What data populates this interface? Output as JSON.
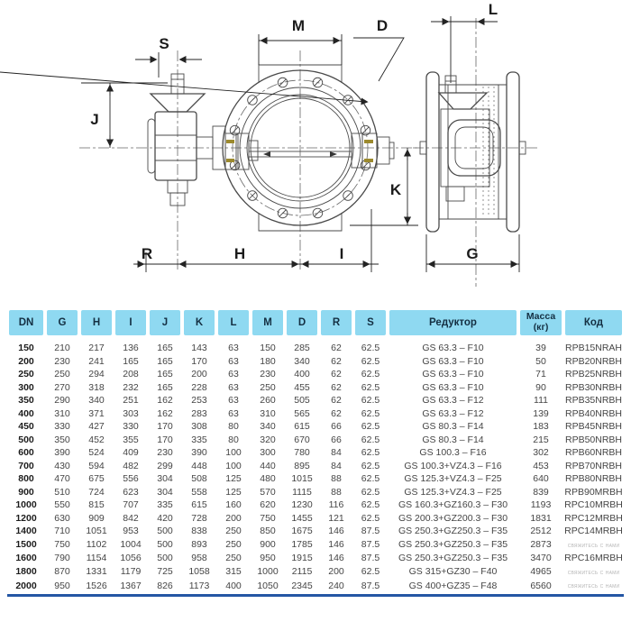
{
  "diagram": {
    "dim_labels": {
      "S": "S",
      "J": "J",
      "M": "M",
      "D": "D",
      "K": "K",
      "R": "R",
      "H": "H",
      "I": "I",
      "L": "L",
      "G": "G"
    }
  },
  "table": {
    "headers": {
      "dn": "DN",
      "g": "G",
      "h": "H",
      "i": "I",
      "j": "J",
      "k": "K",
      "l": "L",
      "m": "M",
      "d": "D",
      "r": "R",
      "s": "S",
      "reducer": "Редуктор",
      "mass_line1": "Масса",
      "mass_line2": "(кг)",
      "code": "Код"
    },
    "contact_text": "свяжитесь с нами",
    "rows": [
      {
        "dn": "150",
        "dims": [
          "210",
          "217",
          "136",
          "165",
          "143",
          "63",
          "150",
          "285",
          "62",
          "62.5"
        ],
        "reducer": "GS 63.3 – F10",
        "mass": "39",
        "code": "RPB15NRAH",
        "contact": false
      },
      {
        "dn": "200",
        "dims": [
          "230",
          "241",
          "165",
          "165",
          "170",
          "63",
          "180",
          "340",
          "62",
          "62.5"
        ],
        "reducer": "GS 63.3 – F10",
        "mass": "50",
        "code": "RPB20NRBH",
        "contact": false
      },
      {
        "dn": "250",
        "dims": [
          "250",
          "294",
          "208",
          "165",
          "200",
          "63",
          "230",
          "400",
          "62",
          "62.5"
        ],
        "reducer": "GS 63.3 – F10",
        "mass": "71",
        "code": "RPB25NRBH",
        "contact": false
      },
      {
        "dn": "300",
        "dims": [
          "270",
          "318",
          "232",
          "165",
          "228",
          "63",
          "250",
          "455",
          "62",
          "62.5"
        ],
        "reducer": "GS 63.3 – F10",
        "mass": "90",
        "code": "RPB30NRBH",
        "contact": false
      },
      {
        "dn": "350",
        "dims": [
          "290",
          "340",
          "251",
          "162",
          "253",
          "63",
          "260",
          "505",
          "62",
          "62.5"
        ],
        "reducer": "GS 63.3 – F12",
        "mass": "111",
        "code": "RPB35NRBH",
        "contact": false
      },
      {
        "dn": "400",
        "dims": [
          "310",
          "371",
          "303",
          "162",
          "283",
          "63",
          "310",
          "565",
          "62",
          "62.5"
        ],
        "reducer": "GS 63.3 – F12",
        "mass": "139",
        "code": "RPB40NRBH",
        "contact": false
      },
      {
        "dn": "450",
        "dims": [
          "330",
          "427",
          "330",
          "170",
          "308",
          "80",
          "340",
          "615",
          "66",
          "62.5"
        ],
        "reducer": "GS 80.3 – F14",
        "mass": "183",
        "code": "RPB45NRBH",
        "contact": false
      },
      {
        "dn": "500",
        "dims": [
          "350",
          "452",
          "355",
          "170",
          "335",
          "80",
          "320",
          "670",
          "66",
          "62.5"
        ],
        "reducer": "GS 80.3 – F14",
        "mass": "215",
        "code": "RPB50NRBH",
        "contact": false
      },
      {
        "dn": "600",
        "dims": [
          "390",
          "524",
          "409",
          "230",
          "390",
          "100",
          "300",
          "780",
          "84",
          "62.5"
        ],
        "reducer": "GS 100.3 – F16",
        "mass": "302",
        "code": "RPB60NRBH",
        "contact": false
      },
      {
        "dn": "700",
        "dims": [
          "430",
          "594",
          "482",
          "299",
          "448",
          "100",
          "440",
          "895",
          "84",
          "62.5"
        ],
        "reducer": "GS 100.3+VZ4.3 – F16",
        "mass": "453",
        "code": "RPB70NRBH",
        "contact": false
      },
      {
        "dn": "800",
        "dims": [
          "470",
          "675",
          "556",
          "304",
          "508",
          "125",
          "480",
          "1015",
          "88",
          "62.5"
        ],
        "reducer": "GS 125.3+VZ4.3 – F25",
        "mass": "640",
        "code": "RPB80NRBH",
        "contact": false
      },
      {
        "dn": "900",
        "dims": [
          "510",
          "724",
          "623",
          "304",
          "558",
          "125",
          "570",
          "1115",
          "88",
          "62.5"
        ],
        "reducer": "GS 125.3+VZ4.3 – F25",
        "mass": "839",
        "code": "RPB90MRBH",
        "contact": false
      },
      {
        "dn": "1000",
        "dims": [
          "550",
          "815",
          "707",
          "335",
          "615",
          "160",
          "620",
          "1230",
          "116",
          "62.5"
        ],
        "reducer": "GS 160.3+GZ160.3 – F30",
        "mass": "1193",
        "code": "RPC10MRBH",
        "contact": false
      },
      {
        "dn": "1200",
        "dims": [
          "630",
          "909",
          "842",
          "420",
          "728",
          "200",
          "750",
          "1455",
          "121",
          "62.5"
        ],
        "reducer": "GS 200.3+GZ200.3 – F30",
        "mass": "1831",
        "code": "RPC12MRBH",
        "contact": false
      },
      {
        "dn": "1400",
        "dims": [
          "710",
          "1051",
          "953",
          "500",
          "838",
          "250",
          "850",
          "1675",
          "146",
          "87.5"
        ],
        "reducer": "GS 250.3+GZ250.3 – F35",
        "mass": "2512",
        "code": "RPC14MRBH",
        "contact": false
      },
      {
        "dn": "1500",
        "dims": [
          "750",
          "1102",
          "1004",
          "500",
          "893",
          "250",
          "900",
          "1785",
          "146",
          "87.5"
        ],
        "reducer": "GS 250.3+GZ250.3 – F35",
        "mass": "2873",
        "code": "",
        "contact": true
      },
      {
        "dn": "1600",
        "dims": [
          "790",
          "1154",
          "1056",
          "500",
          "958",
          "250",
          "950",
          "1915",
          "146",
          "87.5"
        ],
        "reducer": "GS 250.3+GZ250.3 – F35",
        "mass": "3470",
        "code": "RPC16MRBH",
        "contact": false
      },
      {
        "dn": "1800",
        "dims": [
          "870",
          "1331",
          "1179",
          "725",
          "1058",
          "315",
          "1000",
          "2115",
          "200",
          "62.5"
        ],
        "reducer": "GS 315+GZ30 – F40",
        "mass": "4965",
        "code": "",
        "contact": true
      },
      {
        "dn": "2000",
        "dims": [
          "950",
          "1526",
          "1367",
          "826",
          "1173",
          "400",
          "1050",
          "2345",
          "240",
          "87.5"
        ],
        "reducer": "GS 400+GZ35 – F48",
        "mass": "6560",
        "code": "",
        "contact": true
      }
    ]
  },
  "colors": {
    "header_bg": "#8fd9f1",
    "header_text": "#142f42",
    "bottom_rule": "#2456a4",
    "muted_text": "#b5b5b5",
    "drawing_line": "#4a4a4a",
    "seal_yellow": "#9c8a2e"
  }
}
